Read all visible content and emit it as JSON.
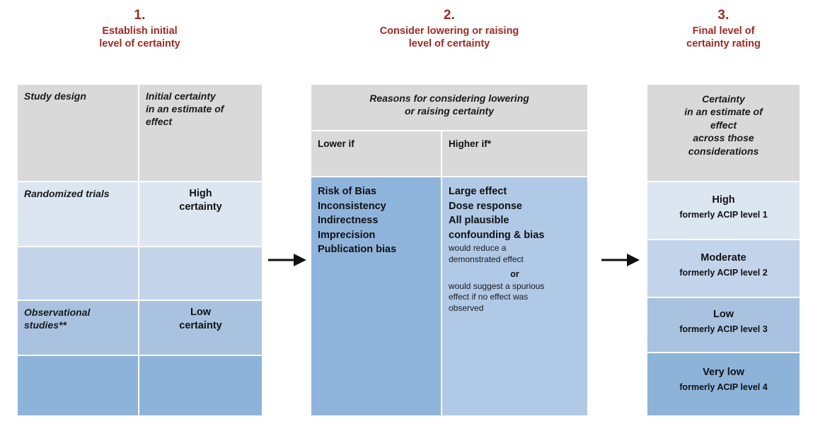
{
  "columns": [
    {
      "number": "1.",
      "title_line1": "Establish initial",
      "title_line2": "level of certainty"
    },
    {
      "number": "2.",
      "title_line1": "Consider lowering or raising",
      "title_line2": "level of certainty"
    },
    {
      "number": "3.",
      "title_line1": "Final level of",
      "title_line2": "certainty rating"
    }
  ],
  "table1": {
    "header": {
      "col1": "Study design",
      "col2_line1": "Initial certainty",
      "col2_line2": "in an estimate of",
      "col2_line3": "effect"
    },
    "rows": [
      {
        "design": "Randomized trials",
        "certainty_line1": "High",
        "certainty_line2": "certainty"
      },
      {
        "design": "",
        "certainty_line1": "",
        "certainty_line2": ""
      },
      {
        "design_line1": "Observational",
        "design_line2": "studies**",
        "certainty_line1": "Low",
        "certainty_line2": "certainty"
      },
      {
        "design": "",
        "certainty_line1": "",
        "certainty_line2": ""
      }
    ]
  },
  "table2": {
    "header_line1": "Reasons for considering lowering",
    "header_line2": "or raising certainty",
    "subheader_lower": "Lower if",
    "subheader_higher": "Higher if*",
    "lower_items": [
      "Risk of Bias",
      "Inconsistency",
      "Indirectness",
      "Imprecision",
      "Publication bias"
    ],
    "higher_items": [
      "Large effect",
      "Dose response",
      "All plausible",
      "confounding & bias"
    ],
    "higher_detail_line1": "would reduce a",
    "higher_detail_line2": "demonstrated effect",
    "higher_or": "or",
    "higher_detail_line3": "would suggest a spurious",
    "higher_detail_line4": "effect if no effect was",
    "higher_detail_line5": "observed"
  },
  "table3": {
    "header_line1": "Certainty",
    "header_line2": "in an estimate of",
    "header_line3": "effect",
    "header_line4": "across those",
    "header_line5": "considerations",
    "levels": [
      {
        "name": "High",
        "formerly": "formerly ACIP level 1"
      },
      {
        "name": "Moderate",
        "formerly": "formerly ACIP level 2"
      },
      {
        "name": "Low",
        "formerly": "formerly ACIP level 3"
      },
      {
        "name": "Very low",
        "formerly": "formerly ACIP level 4"
      }
    ]
  },
  "arrows": {
    "arrow1_label": "right-arrow",
    "arrow2_label": "right-arrow"
  },
  "footnote": {
    "text": ""
  },
  "colors": {
    "heading": "#9e2a22",
    "header_gray": "#d9d9d9",
    "blue_1": "#dce6f1",
    "blue_2": "#c3d4ea",
    "blue_3": "#a8c2e0",
    "blue_4": "#8db3d9",
    "mid_dark": "#8fb4dc",
    "mid_light": "#b0c9e6"
  }
}
